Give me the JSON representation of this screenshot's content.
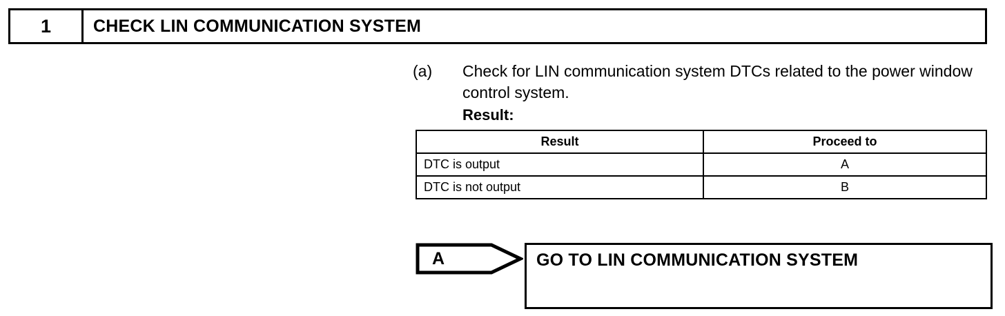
{
  "step": {
    "number": "1",
    "title": "CHECK LIN COMMUNICATION SYSTEM"
  },
  "procedure": {
    "label": "(a)",
    "text": "Check for LIN communication system DTCs related to the power window control system.",
    "result_heading": "Result:"
  },
  "result_table": {
    "headers": [
      "Result",
      "Proceed to"
    ],
    "rows": [
      {
        "result": "DTC is output",
        "proceed": "A"
      },
      {
        "result": "DTC is not output",
        "proceed": "B"
      }
    ]
  },
  "goto": {
    "arrow_label": "A",
    "action": "GO TO LIN COMMUNICATION SYSTEM"
  }
}
